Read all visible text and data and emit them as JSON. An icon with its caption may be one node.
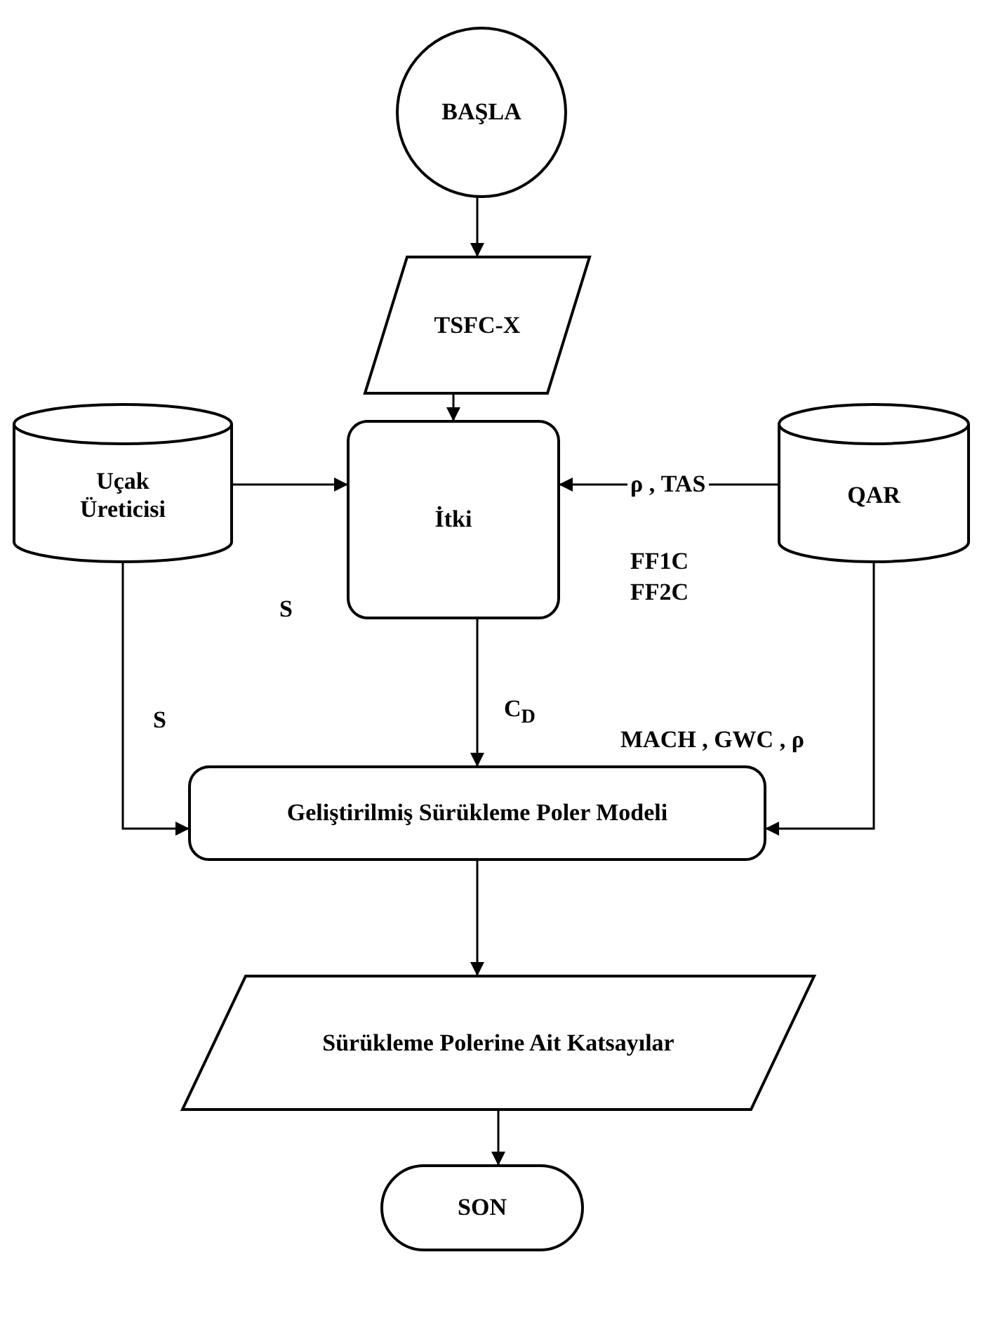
{
  "diagram": {
    "nodes": [
      {
        "text": [
          "BAŞLA"
        ]
      },
      {
        "text": [
          "TSFC-X"
        ]
      },
      {
        "text": [
          "İtki"
        ]
      },
      {
        "text": [
          "Uçak Üreticisi"
        ]
      },
      {
        "text": [
          "QAR"
        ]
      },
      {
        "text": [
          "Geliştirilmiş Sürükleme Poler Modeli"
        ]
      },
      {
        "text": [
          "Sürükleme Polerine Ait Katsayılar"
        ]
      },
      {
        "text": [
          "SON"
        ]
      }
    ],
    "edges": [
      {
        "from": 0,
        "to": 1,
        "arrow": "to"
      },
      {
        "from": 1,
        "to": 2,
        "arrow": "to"
      },
      {
        "from": 3,
        "to": 2,
        "arrow": "to",
        "label": "S"
      },
      {
        "from": 4,
        "to": 2,
        "arrow": "to",
        "label": "ρ , TAS"
      },
      {
        "from": 3,
        "to": 5,
        "arrow": "to",
        "label": "S"
      },
      {
        "from": 2,
        "to": 5,
        "arrow": "to",
        "label": "C$_{D}$"
      },
      {
        "from": 4,
        "to": 5,
        "arrow": "to",
        "label": "MACH , GWC , ρ"
      },
      {
        "from": 5,
        "to": 6,
        "arrow": "to"
      },
      {
        "from": 6,
        "to": 7,
        "arrow": "to"
      }
    ],
    "labels": [
      "FF1C",
      "FF2C"
    ]
  }
}
